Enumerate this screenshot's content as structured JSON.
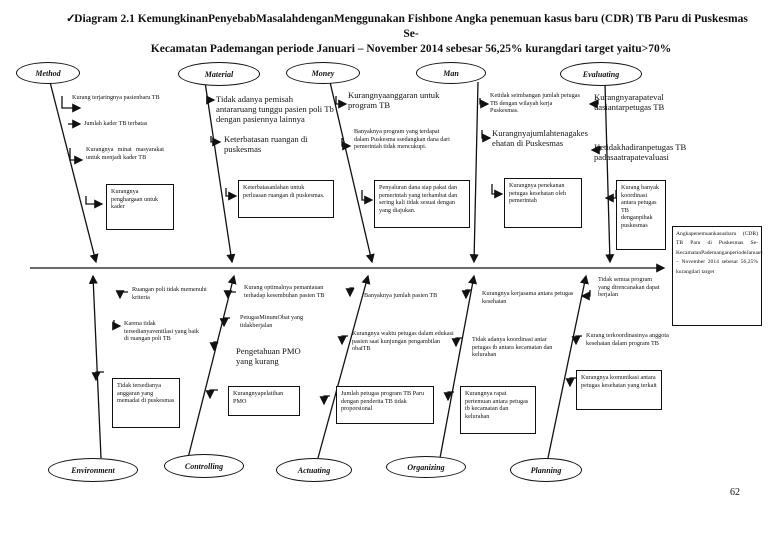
{
  "title": {
    "line1": "Diagram 2.1 KemungkinanPenyebabMasalahdenganMenggunakan Fishbone Angka penemuan kasus baru (CDR) TB Paru di Puskesmas Se-",
    "line2": "Kecamatan Pademangan periode Januari – November 2014 sebesar 56,25% kurangdari target yaitu>70%"
  },
  "categories": {
    "method": "Method",
    "material": "Material",
    "money": "Money",
    "man": "Man",
    "evaluating": "Evaluating",
    "environment": "Environment",
    "controlling": "Controlling",
    "actuating": "Actuating",
    "organizing": "Organizing",
    "planning": "Planning"
  },
  "method": {
    "c1": "Kurang terjaringnya pasienbaru TB",
    "c2": "Jumlah kader TB terbatas",
    "c3": "Kurangnya minat masyarakat untuk menjadi kader TB",
    "box": "Kurangnya penghargaan untuk kader"
  },
  "material": {
    "c1": "Tidak adanya pemisah antararuang tunggu pasien poli Tb dengan pasiennya lainnya",
    "c2": "Keterbatasan ruangan di puskesmas",
    "box": "Keterbatasanlahan untuk perluasan ruangan di puskesmas."
  },
  "money": {
    "c1": "Kurangnyaanggaran untuk program TB",
    "c2": "Banyaknya program yang terdapat dalam Puskesma ssedangkan dana dari pemerintah tidak mencukupi.",
    "box": "Penyaluran dana siap pakai dan pemerintah yang terhambat dan sering kali tidak sesuai dengan yang diajukan."
  },
  "man": {
    "c1": "Ketidak seimbangan jumlah petugas TB dengan wilayah kerja Puskesmas.",
    "c2": "Kurangnyajumlahtenagakes ehatan di Puskesmas",
    "box": "Kurangnya penekanan petugas kesehatan oleh pemerintah"
  },
  "evaluating": {
    "c1": "Kurangnyarapateval uasiantarpetugas TB",
    "c2": "Ketidakhadiranpetugas TB padasaatrapatevaluasi",
    "box": "Kurang banyak koordinasi antara petugas TB denganpihak puskesmas"
  },
  "environment": {
    "c1": "Ruangan poli tidak memenuhi kriteria",
    "c2": "Karena tidak tersedianyaventilasi yang baik di ruangan poli TB",
    "box": "Tidak tersedianya anggaran yang memadai di puskesmas"
  },
  "controlling": {
    "c1": "Kurang optimalnya pemantauan terhadap kesembuhan pasien TB",
    "c2": "PetugasMinumObat yang tidakberjalan",
    "c3": "Pengetahuan PMO yang kurang",
    "box": "Kurangnyapelatihan PMO"
  },
  "actuating": {
    "c1": "Banyaknya jumlah pasien TB",
    "c2": "Kurangnya waktu petugas dalam edukasi pasien saat kunjungan pengambilan obatTB",
    "box": "Jumlah petugas program TB Paru dengan penderita TB tidak proporsional"
  },
  "organizing": {
    "c1": "Kurangnya kerjasama antara petugas kesehatan",
    "c2": "Tidak adanya koordinasi antar petugas tb antara kecamatan dan kelurahan",
    "box": "Kurangnya rapat pertemuan antara petugas tb kecamatan dan kelurahan"
  },
  "planning": {
    "c1": "Tidak semua program yang direncanakan dapat berjalan",
    "c2": "Kurang terkoordinasinya anggota kesehatan dalam program TB",
    "box": "Kurangnya komunikasi antara petugas kesehatan yang terkait"
  },
  "result": "Angkapenemuankasusbaru (CDR) TB Paru di Puskesmas Se-KecamatanPademanganperiodeJanuari – November 2014 sebesar 56,25% kurangdari target",
  "page_number": "62"
}
